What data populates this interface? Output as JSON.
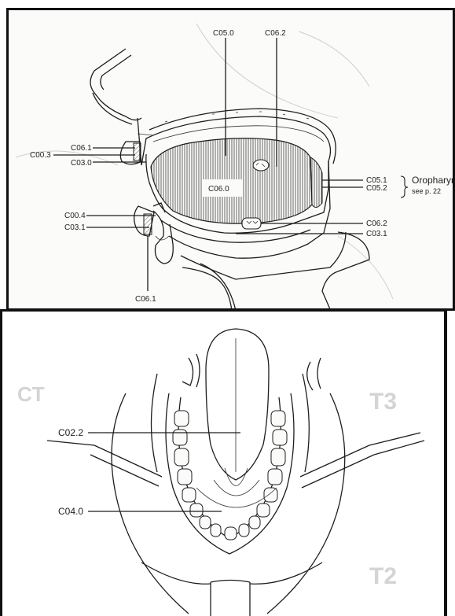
{
  "top_diagram": {
    "labels": {
      "c05_0": "C05.0",
      "c06_2_top": "C06.2",
      "c06_1_upper": "C06.1",
      "c00_3": "C00.3",
      "c03_0": "C03.0",
      "c06_0": "C06.0",
      "c05_1": "C05.1",
      "c05_2": "C05.2",
      "oropharynx": "Oropharynx",
      "see_page": "see p. 22",
      "c00_4": "C00.4",
      "c03_1_left": "C03.1",
      "c06_2_bottom": "C06.2",
      "c03_1_right": "C03.1",
      "c06_1_bottom": "C06.1"
    }
  },
  "bottom_diagram": {
    "labels": {
      "c02_2": "C02.2",
      "c04_0": "C04.0"
    }
  }
}
